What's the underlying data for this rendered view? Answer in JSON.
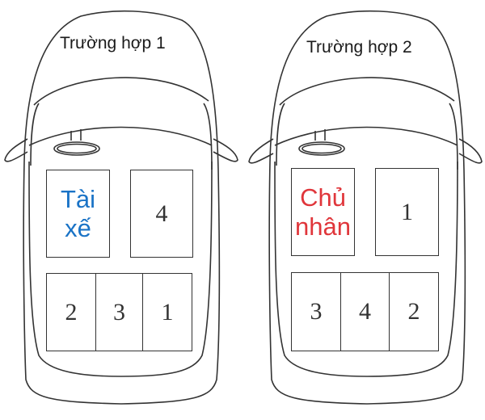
{
  "colors": {
    "driver": "#1a73c6",
    "owner": "#e0363b",
    "outline": "#333333",
    "background": "#ffffff"
  },
  "cars": [
    {
      "title": "Trường hợp 1",
      "front_left": {
        "label": "Tài\nxế",
        "line1": "Tài",
        "line2": "xế",
        "type": "role"
      },
      "front_right": {
        "label": "4"
      },
      "rear": [
        {
          "label": "2"
        },
        {
          "label": "3"
        },
        {
          "label": "1"
        }
      ]
    },
    {
      "title": "Trường hợp 2",
      "front_left": {
        "label": "Chủ\nnhân",
        "line1": "Chủ",
        "line2": "nhân",
        "type": "role"
      },
      "front_right": {
        "label": "1"
      },
      "rear": [
        {
          "label": "3"
        },
        {
          "label": "4"
        },
        {
          "label": "2"
        }
      ]
    }
  ]
}
